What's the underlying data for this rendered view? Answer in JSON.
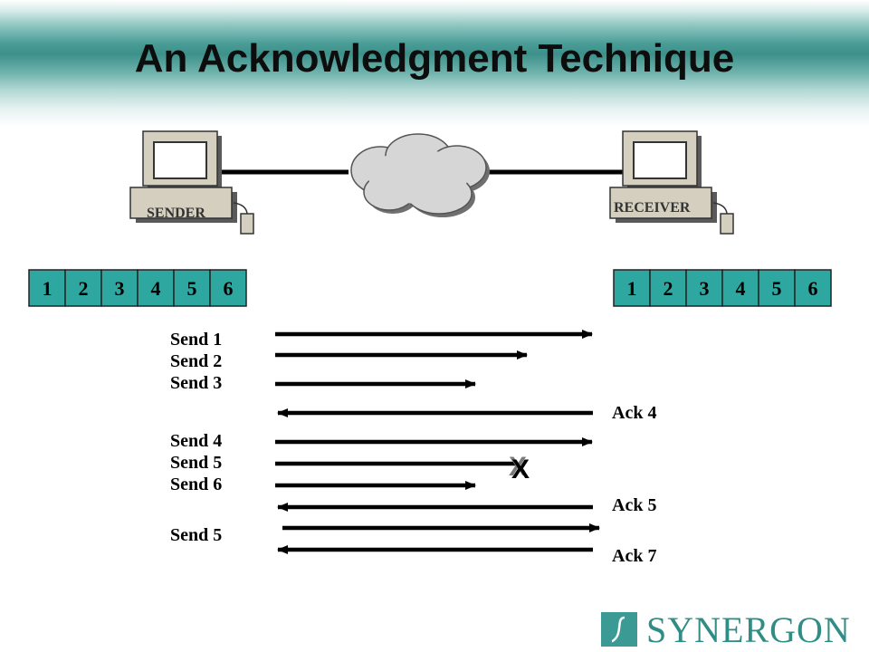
{
  "title": "An Acknowledgment Technique",
  "sender": {
    "label": "SENDER"
  },
  "receiver": {
    "label": "RECEIVER"
  },
  "sender_packets": [
    "1",
    "2",
    "3",
    "4",
    "5",
    "6"
  ],
  "receiver_packets": [
    "1",
    "2",
    "3",
    "4",
    "5",
    "6"
  ],
  "packet_fill": "#2fa7a1",
  "send_labels": [
    "Send 1",
    "Send 2",
    "Send 3",
    "Send 4",
    "Send 5",
    "Send 6",
    "Send 5"
  ],
  "ack_labels": [
    "Ack 4",
    "Ack 5",
    "Ack 7"
  ],
  "lost_marker": "X",
  "logo": {
    "text": "SYNERGON",
    "color": "#3b9a93"
  }
}
